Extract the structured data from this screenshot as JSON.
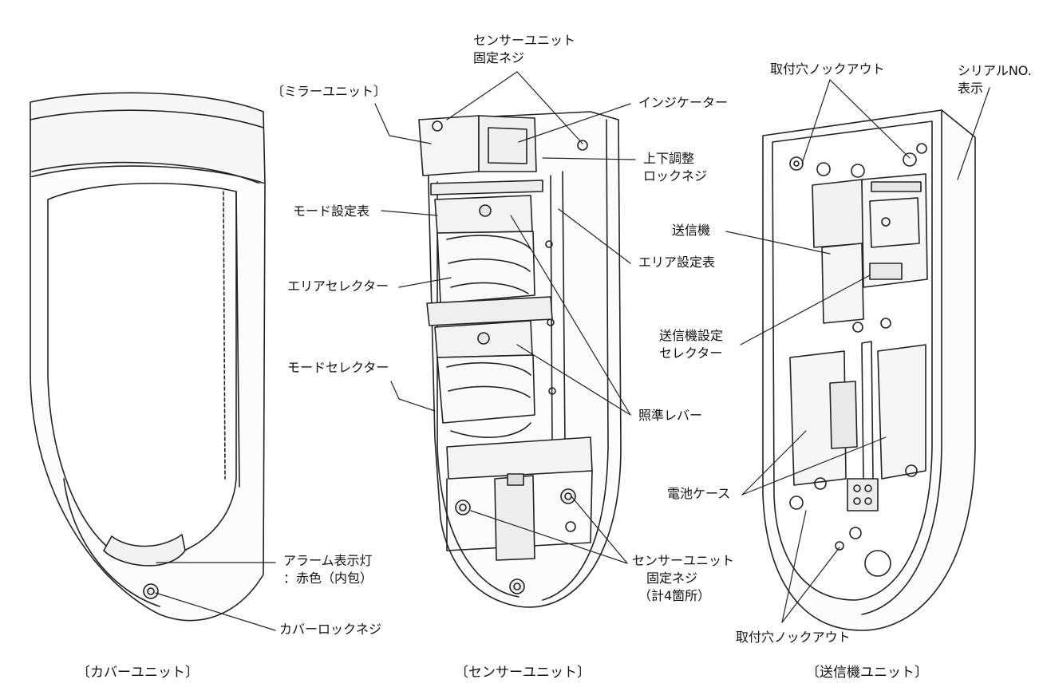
{
  "cover_unit": {
    "caption": "〔カバーユニット〕",
    "labels": {
      "alarm_lamp_line1": "アラーム表示灯",
      "alarm_lamp_line2": "：赤色（内包）",
      "cover_lock_screw": "カバーロックネジ"
    }
  },
  "sensor_unit": {
    "caption": "〔センサーユニット〕",
    "labels": {
      "top_screw_line1": "センサーユニット",
      "top_screw_line2": "固定ネジ",
      "mirror_unit": "〔ミラーユニット〕",
      "indicator": "インジケーター",
      "vertical_lock_line1": "上下調整",
      "vertical_lock_line2": "ロックネジ",
      "mode_table": "モード設定表",
      "area_table": "エリア設定表",
      "area_selector": "エリアセレクター",
      "mode_selector": "モードセレクター",
      "aim_lever": "照準レバー",
      "bottom_screw_line1": "センサーユニット",
      "bottom_screw_line2": "固定ネジ",
      "bottom_screw_line3": "（計4箇所）"
    }
  },
  "transmitter_unit": {
    "caption": "〔送信機ユニット〕",
    "labels": {
      "knockout_top": "取付穴ノックアウト",
      "serial_line1": "シリアルNO.",
      "serial_line2": "表示",
      "transmitter": "送信機",
      "tx_selector_line1": "送信機設定",
      "tx_selector_line2": "セレクター",
      "battery_case": "電池ケース",
      "knockout_bottom": "取付穴ノックアウト"
    }
  }
}
